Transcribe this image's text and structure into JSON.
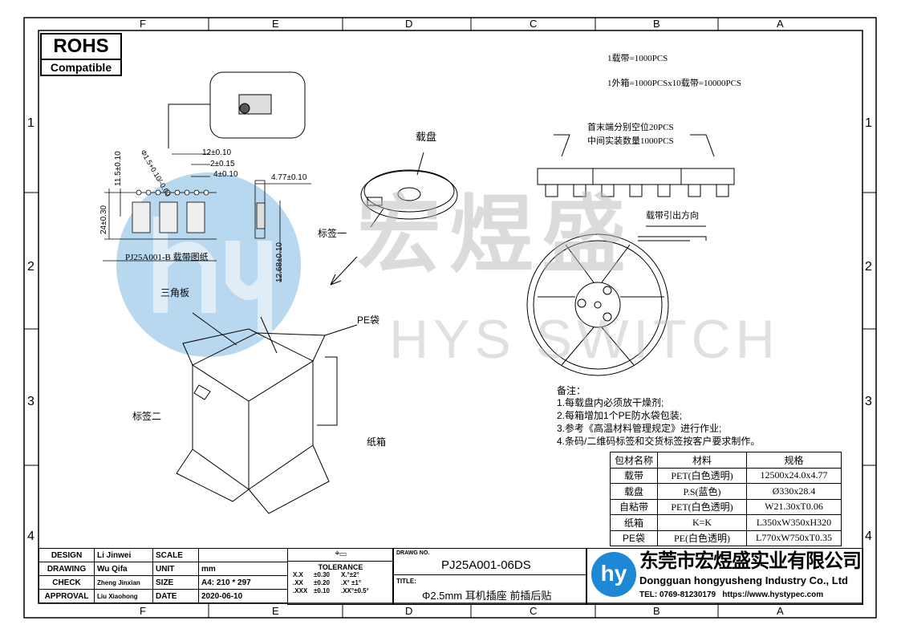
{
  "border": {
    "columns": [
      "F",
      "E",
      "D",
      "C",
      "B",
      "A"
    ],
    "rows": [
      "1",
      "2",
      "3",
      "4"
    ]
  },
  "rohs": {
    "title": "ROHS",
    "subtitle": "Compatible"
  },
  "watermark": {
    "cn": "宏煜盛",
    "en": "HYS SWITCH"
  },
  "packing": {
    "line1": "1载带=1000PCS",
    "line2": "1外箱=1000PCSx10载带=10000PCS",
    "empty_note": "首末端分别空位20PCS",
    "count_note": "中间实装数量1000PCS",
    "direction": "载带引出方向"
  },
  "tape_drawing": {
    "dims": [
      "12±0.10",
      "2±0.15",
      "4±0.10",
      "11.5±0.10",
      "24±0.30",
      "Φ1.5+0.10/-0.00",
      "4.77±0.10",
      "12.68±0.10"
    ],
    "caption": "PJ25A001-B 载带图纸"
  },
  "labels": {
    "reel": "载盘",
    "label1": "标签一",
    "triangle": "三角板",
    "pe_bag": "PE袋",
    "label2": "标签二",
    "carton": "纸箱"
  },
  "notes": {
    "title": "备注：",
    "items": [
      "1.每载盘内必须放干燥剂;",
      "2.每箱增加1个PE防水袋包装;",
      "3.参考《高温材料管理规定》进行作业;",
      "4.条码/二维码标签和交货标签按客户要求制作。"
    ]
  },
  "materials": {
    "headers": [
      "包材名称",
      "材料",
      "规格"
    ],
    "rows": [
      [
        "载带",
        "PET(白色透明)",
        "12500x24.0x4.77"
      ],
      [
        "载盘",
        "P.S(蓝色)",
        "Ø330x28.4"
      ],
      [
        "自粘带",
        "PET(白色透明)",
        "W21.30xT0.06"
      ],
      [
        "纸箱",
        "K=K",
        "L350xW350xH320"
      ],
      [
        "PE袋",
        "PE(白色透明)",
        "L770xW750xT0.35"
      ]
    ]
  },
  "title_block": {
    "design_label": "DESIGN",
    "design": "Li Jinwei",
    "drawing_label": "DRAWING",
    "drawing": "Wu Qifa",
    "check_label": "CHECK",
    "check": "Zheng Jinxian",
    "approval_label": "APPROVAL",
    "approval": "Liu Xiaohong",
    "scale_label": "SCALE",
    "scale": "",
    "unit_label": "UNIT",
    "unit": "mm",
    "size_label": "SIZE",
    "size": "A4: 210 * 297",
    "date_label": "DATE",
    "date": "2020-06-10",
    "tolerance_title": "TOLERANCE",
    "tolerances": [
      [
        "X.X",
        "±0.30",
        "X.°±2°"
      ],
      [
        ".XX",
        "±0.20",
        ".X° ±1°"
      ],
      [
        ".XXX",
        "±0.10",
        ".XX°±0.5°"
      ]
    ],
    "drawing_no_label": "DRAWG NO.",
    "drawing_no": "PJ25A001-06DS",
    "title_label": "TITLE:",
    "title": "Φ2.5mm 耳机插座 前插后贴"
  },
  "company": {
    "name_cn": "东莞市宏煜盛实业有限公司",
    "name_en": "Dongguan hongyusheng Industry Co., Ltd",
    "contact": "TEL: 0769-81230179   https://www.hystypec.com",
    "accent": "#1e88d6"
  }
}
